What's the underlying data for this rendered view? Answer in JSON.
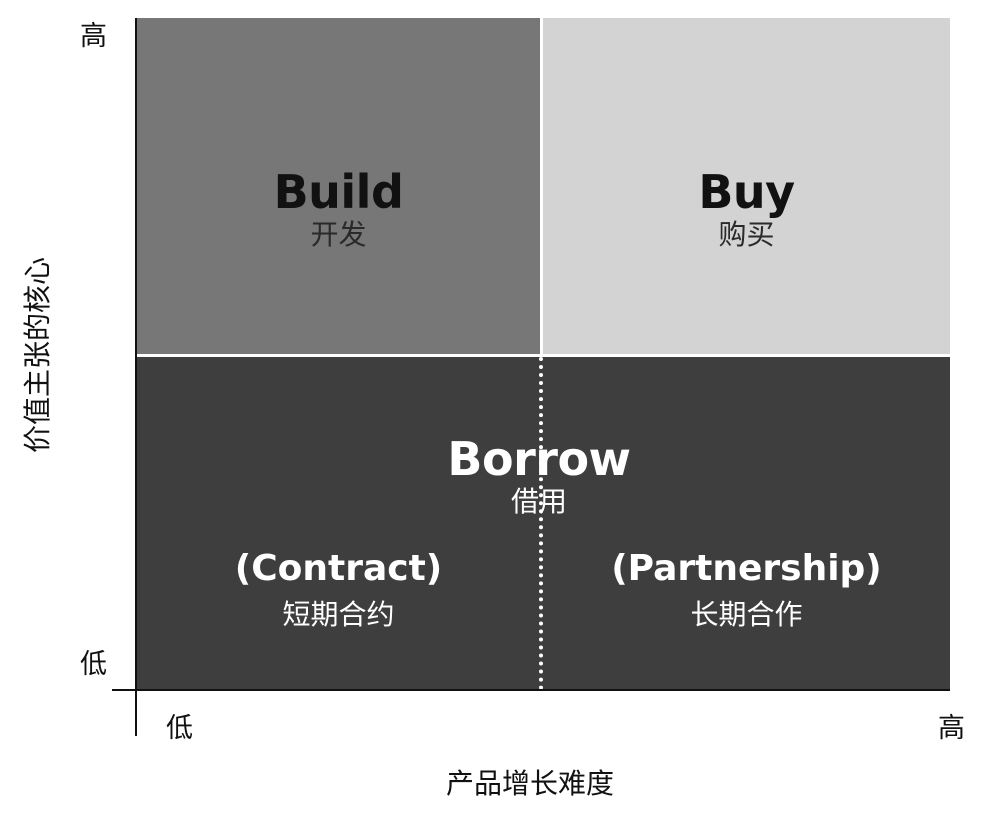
{
  "quadrants": {
    "build": {
      "title": "Build",
      "subtitle": "开发"
    },
    "buy": {
      "title": "Buy",
      "subtitle": "购买"
    },
    "borrow": {
      "title": "Borrow",
      "subtitle": "借用",
      "left": {
        "title": "(Contract)",
        "subtitle": "短期合约"
      },
      "right": {
        "title": "(Partnership)",
        "subtitle": "长期合作"
      }
    }
  },
  "axes": {
    "y_title": "价值主张的核心",
    "y_high": "高",
    "y_low": "低",
    "x_title": "产品增长难度",
    "x_low": "低",
    "x_high": "高"
  },
  "colors": {
    "build": "#777777",
    "buy": "#d3d3d3",
    "borrow": "#3e3e3e",
    "divider": "#ffffff",
    "axis": "#111111"
  }
}
